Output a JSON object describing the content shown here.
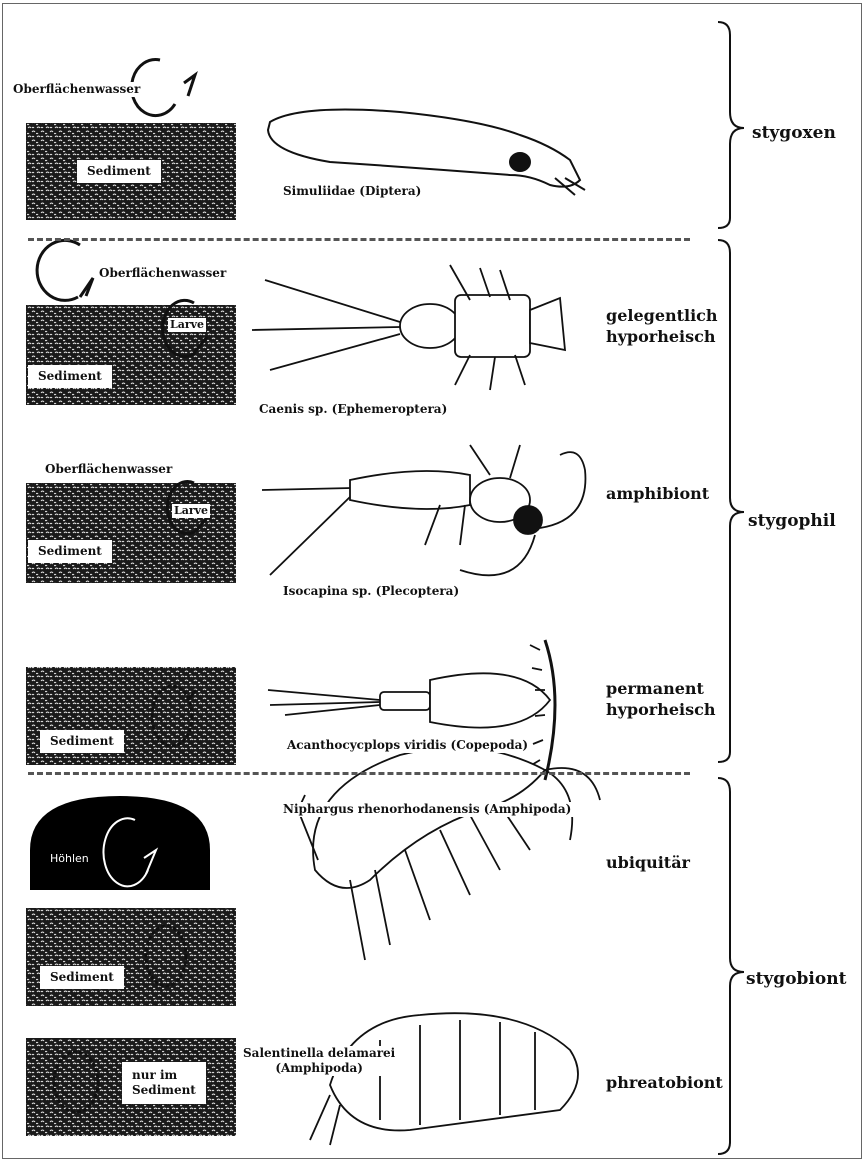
{
  "panels": [
    {
      "surface_label": "Oberflächenwasser",
      "sediment_label": "Sediment",
      "species": "Simuliidae (Diptera)",
      "category": ""
    },
    {
      "surface_label": "Oberflächenwasser",
      "larva_label": "Larve",
      "sediment_label": "Sediment",
      "species": "Caenis sp. (Ephemeroptera)",
      "category_line1": "gelegentlich",
      "category_line2": "hyporheisch"
    },
    {
      "surface_label": "Oberflächenwasser",
      "larva_label": "Larve",
      "sediment_label": "Sediment",
      "species": "Isocapina sp. (Plecoptera)",
      "category": "amphibiont"
    },
    {
      "sediment_label": "Sediment",
      "species": "Acanthocycplops viridis (Copepoda)",
      "category_line1": "permanent",
      "category_line2": "hyporheisch"
    },
    {
      "cave_label": "Höhlen",
      "sediment_label": "Sediment",
      "species": "Niphargus rhenorhodanensis (Amphipoda)",
      "category": "ubiquitär"
    },
    {
      "sediment_label_line1": "nur im",
      "sediment_label_line2": "Sediment",
      "species_line1": "Salentinella delamarei",
      "species_line2": "(Amphipoda)",
      "category": "phreatobiont"
    }
  ],
  "groups": {
    "stygoxen": "stygoxen",
    "stygophil": "stygophil",
    "stygobiont": "stygobiont"
  },
  "colors": {
    "ink": "#111111",
    "sediment_dark": "#1a1a1a",
    "sediment_light": "#e8e8e8",
    "frame": "#666666"
  }
}
